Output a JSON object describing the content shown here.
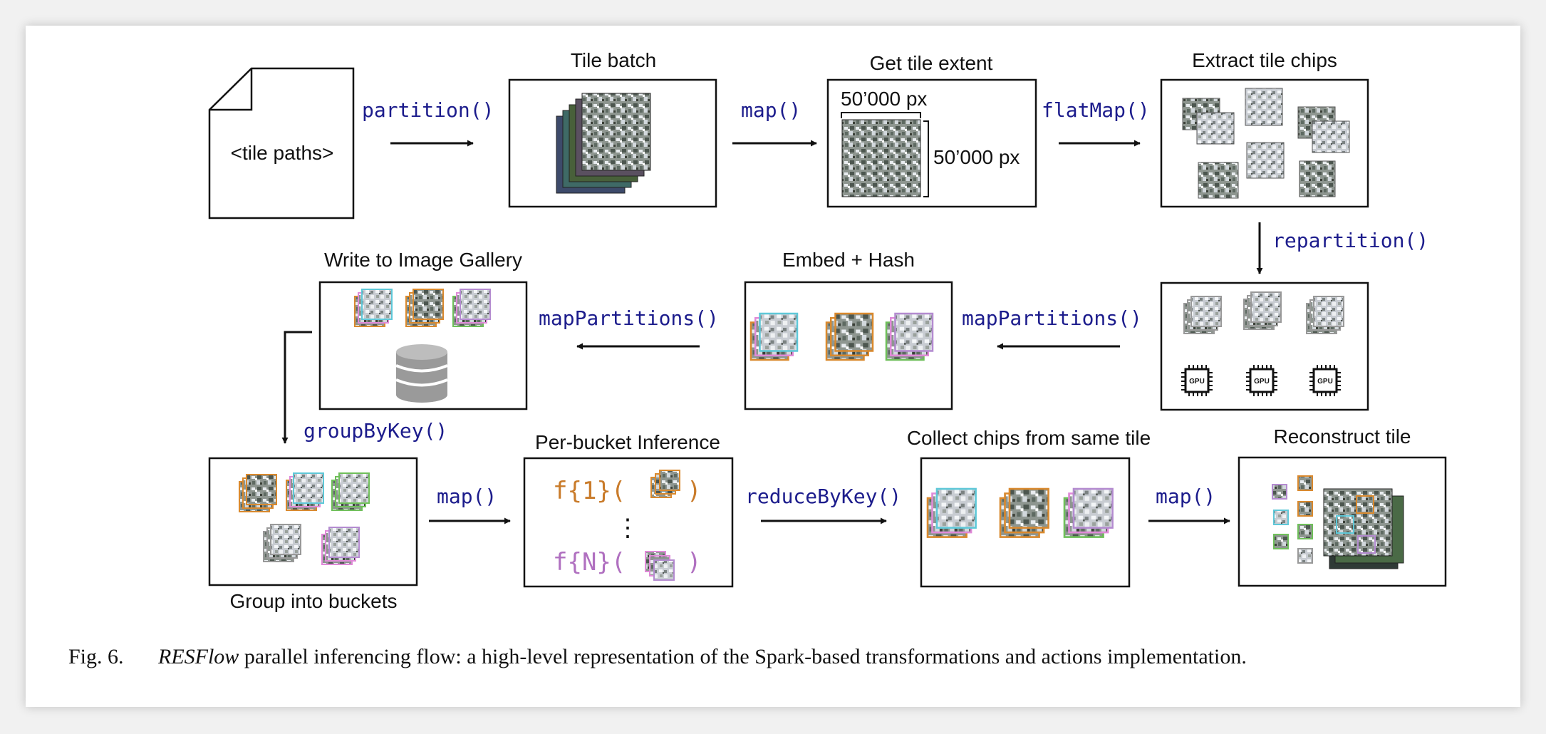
{
  "figure": {
    "caption_number": "Fig. 6.",
    "caption_emph": "RESFlow",
    "caption_text": " parallel inferencing flow: a high-level representation of the Spark-based transformations and actions implementation."
  },
  "nodes": {
    "tile_paths": "<tile paths>",
    "tile_batch": "Tile batch",
    "get_tile_extent": "Get tile extent",
    "extent_width": "50’000 px",
    "extent_height": "50’000 px",
    "extract_tile_chips": "Extract tile chips",
    "gpu_label": "GPU",
    "embed_hash": "Embed + Hash",
    "write_gallery": "Write to Image Gallery",
    "group_buckets": "Group into buckets",
    "per_bucket": "Per-bucket Inference",
    "f1_label": "f{1}(",
    "fN_label": "f{N}(",
    "close_paren": ")",
    "vdots": "⋮",
    "collect_chips": "Collect chips from same tile",
    "reconstruct_tile": "Reconstruct tile"
  },
  "operations": {
    "partition": "partition()",
    "map1": "map()",
    "flatmap": "flatMap()",
    "repartition": "repartition()",
    "mappartitions1": "mapPartitions()",
    "mappartitions2": "mapPartitions()",
    "groupbykey": "groupByKey()",
    "map2": "map()",
    "reducebykey": "reduceByKey()",
    "map3": "map()"
  },
  "colors": {
    "code_blue": "#1c1c8c",
    "chip_orange": "#d9892e",
    "chip_cyan": "#5fc8d8",
    "chip_green": "#6fbf5a",
    "chip_purple": "#b48bd0",
    "chip_pink": "#e08ad8",
    "f1_color": "#c97b2a",
    "fN_color": "#b070c0",
    "database_gray": "#9a9a9a"
  }
}
